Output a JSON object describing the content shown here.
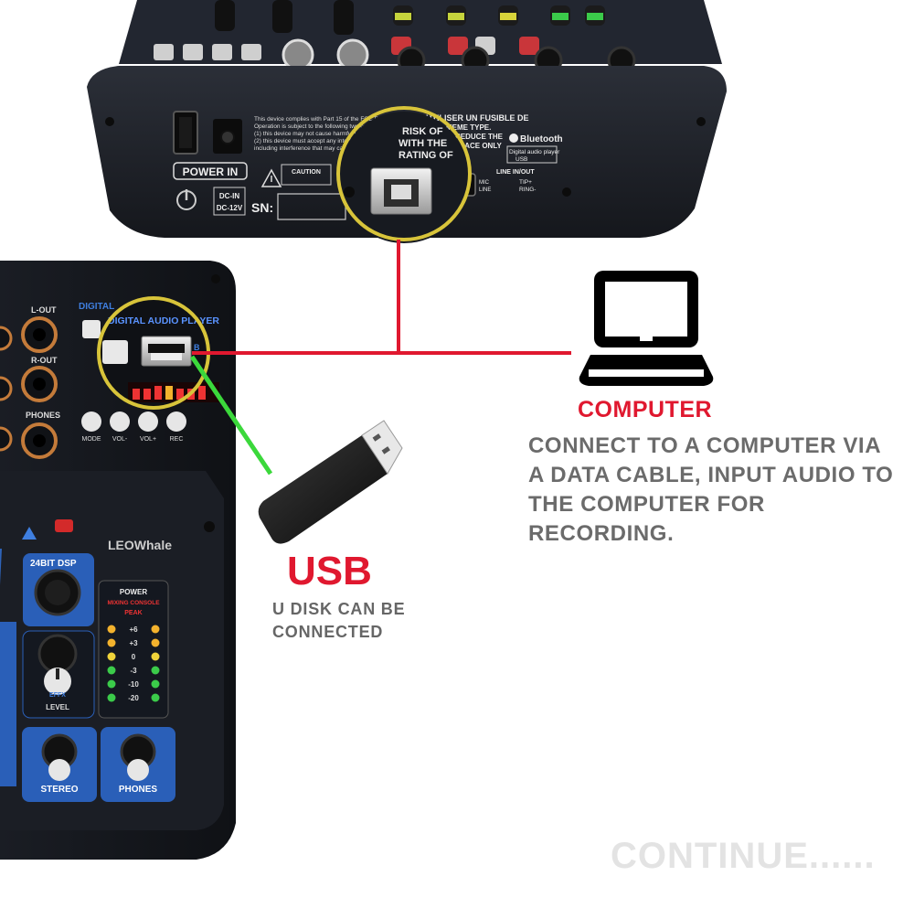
{
  "mixer_top": {
    "power_in_label": "POWER IN",
    "dc_in_label": "DC-IN",
    "dc_voltage_label": "DC-12V",
    "sn_label": "SN:",
    "caution_label": "CAUTION",
    "fcc_line1": "This device complies with Part 15 of the FCC Rules.",
    "fcc_line2": "Operation is subject to the following two conditions:",
    "fcc_line3": "(1) this device may not cause harmful interference.",
    "fcc_line4": "(2) this device must accept any interference",
    "fcc_line5": "including interference that may cause",
    "warn_line1": "RISK OF",
    "warn_line2": "WITH THE",
    "warn_line3": "RATING OF",
    "bluetooth_label": "Bluetooth",
    "digital_audio_player_label": "Digital audio player",
    "usb_small_label": "USB",
    "line_in_out_label": "LINE IN/OUT",
    "tip_label": "TIP+",
    "ring_label": "RING-",
    "mic_label": "MIC",
    "line_label": "LINE",
    "french_line1": "UTILISER UN FUSIBLE DE",
    "french_line2": "MEME TYPE.",
    "reduce_line": "REDUCE THE",
    "place_only_line": "PLACE ONLY"
  },
  "mixer_front": {
    "digital_audio_player_label": "DIGITAL AUDIO PLAYER",
    "digital_small_label": "DIGITAL",
    "l_out_label": "L-OUT",
    "r_out_label": "R-OUT",
    "phones_label": "PHONES",
    "mode_label": "MODE",
    "vol_minus_label": "VOL-",
    "vol_plus_label": "VOL+",
    "rec_label": "REC",
    "brand_label": "LEOWhale",
    "dsp_label": "24BIT DSP",
    "power_label": "POWER",
    "mixing_console_label": "MIXING CONSOLE",
    "peak_label": "PEAK",
    "meter_levels": [
      "+6",
      "+3",
      "0",
      "-3",
      "-10",
      "-20"
    ],
    "fx_label": "EFFX",
    "level_label": "LEVEL",
    "stereo_label": "STEREO",
    "phones_knob_label": "PHONES"
  },
  "annotations": {
    "computer_title": "COMPUTER",
    "computer_description": "CONNECT TO A COMPUTER VIA A DATA CABLE, INPUT AUDIO TO THE COMPUTER FOR RECORDING.",
    "usb_title": "USB",
    "usb_description": "U DISK CAN BE CONNECTED",
    "continue_label": "CONTINUE......"
  },
  "colors": {
    "accent_red": "#e0182f",
    "cable_green": "#3bd83b",
    "highlight_yellow": "#d8c43a",
    "body_dark": "#1c1f26",
    "text_gray": "#6b6b6b"
  },
  "icons": [
    "laptop-icon",
    "usb-flash-drive-icon",
    "power-icon",
    "bluetooth-icon",
    "usb-b-port-icon",
    "usb-a-port-icon",
    "warning-triangle-icon"
  ]
}
